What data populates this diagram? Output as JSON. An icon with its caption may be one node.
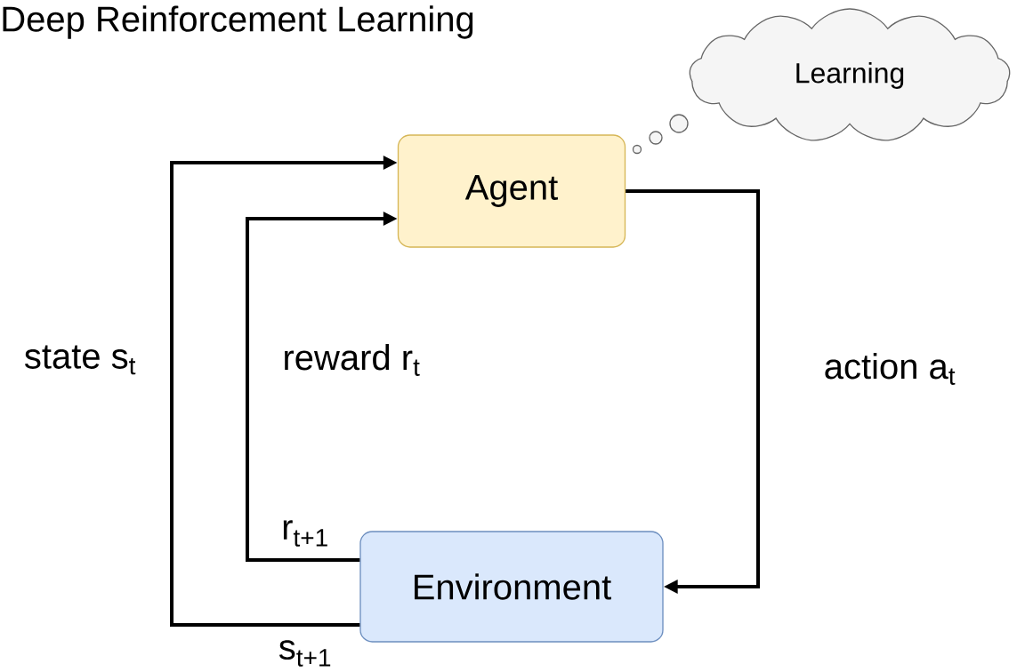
{
  "diagram": {
    "title": "Deep Reinforcement Learning",
    "nodes": [
      {
        "text": [
          "Agent"
        ]
      },
      {
        "text": [
          "Environment"
        ]
      },
      {
        "text": [
          "Learning"
        ]
      }
    ],
    "edges": [
      {
        "from": 1,
        "to": 0,
        "arrow": "to",
        "label": "state s$_{t}$"
      },
      {
        "from": 1,
        "to": 0,
        "arrow": "to",
        "label": "reward r$_{t}$"
      },
      {
        "from": 0,
        "to": 1,
        "arrow": "to",
        "label": "action a$_{t}$"
      }
    ],
    "labels": [
      "r$_{t+1}$",
      "s$_{t+1}$"
    ]
  }
}
